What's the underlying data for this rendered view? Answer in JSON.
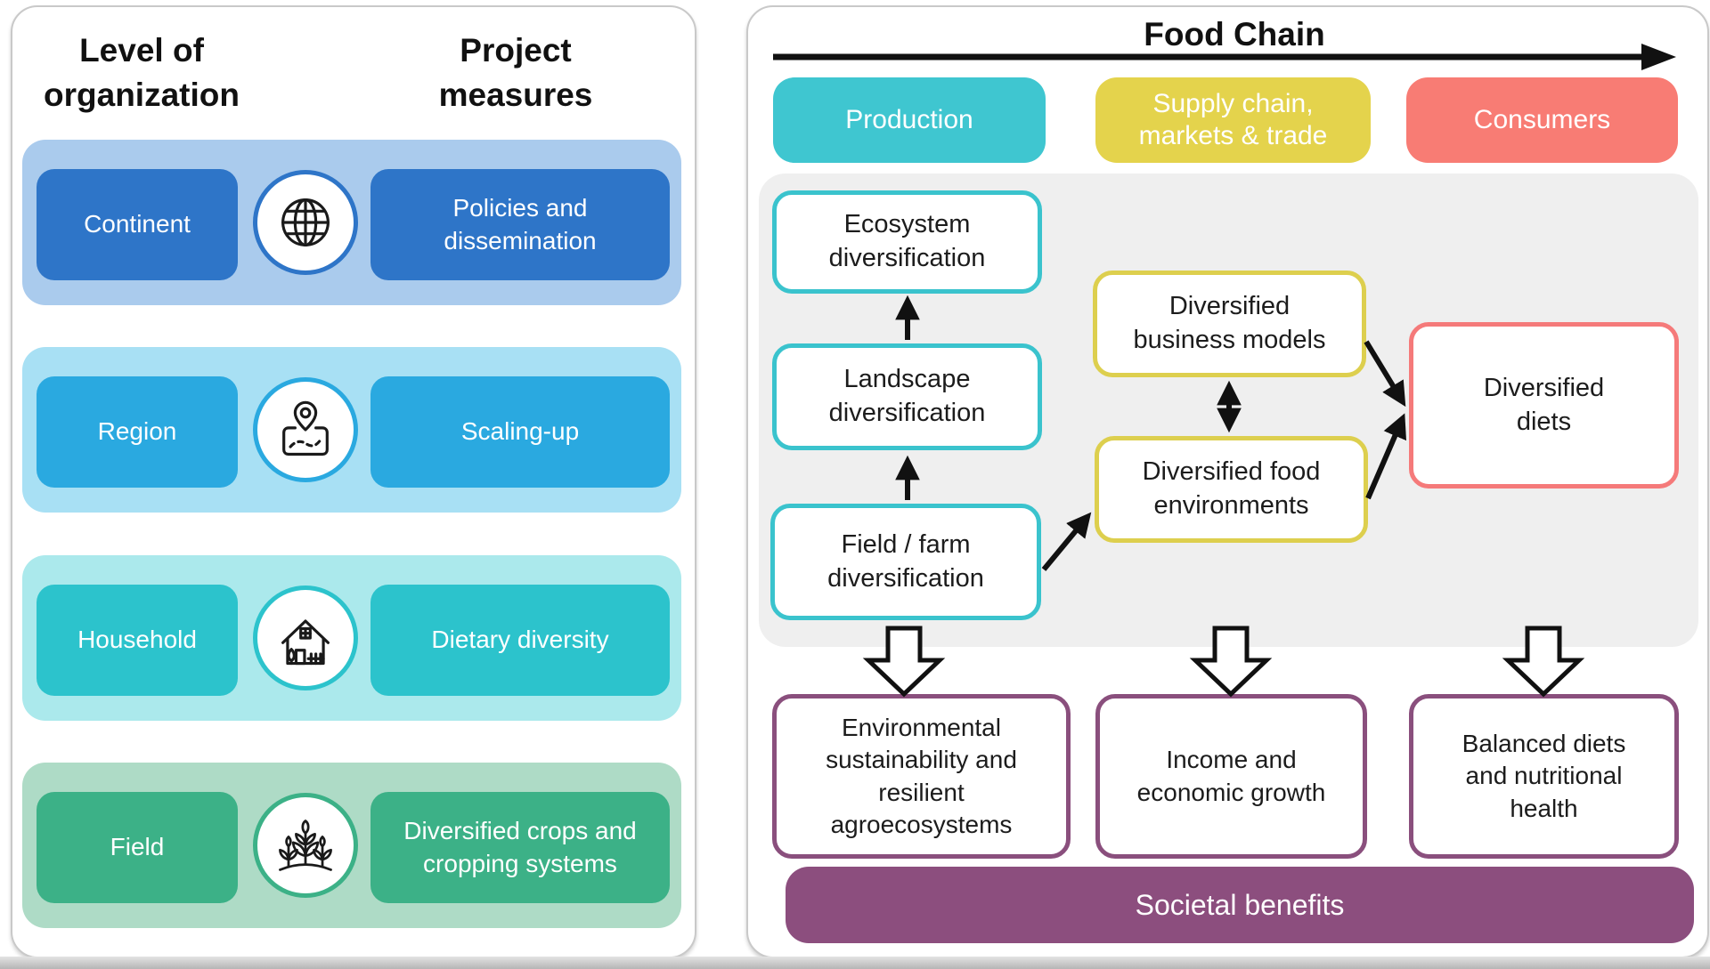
{
  "left_panel": {
    "header_level": "Level of\norganization",
    "header_measures": "Project\nmeasures",
    "rows": [
      {
        "level": "Continent",
        "icon": "globe-icon",
        "measure": "Policies and\ndissemination"
      },
      {
        "level": "Region",
        "icon": "map-icon",
        "measure": "Scaling-up"
      },
      {
        "level": "Household",
        "icon": "house-icon",
        "measure": "Dietary diversity"
      },
      {
        "level": "Field",
        "icon": "crops-icon",
        "measure": "Diversified crops and\ncropping systems"
      }
    ]
  },
  "right_panel": {
    "title": "Food Chain",
    "stages": [
      {
        "label": "Production"
      },
      {
        "label": "Supply chain,\nmarkets & trade"
      },
      {
        "label": "Consumers"
      }
    ],
    "production_chain": [
      {
        "label": "Ecosystem\ndiversification"
      },
      {
        "label": "Landscape\ndiversification"
      },
      {
        "label": "Field / farm\ndiversification"
      }
    ],
    "market_chain": [
      {
        "label": "Diversified\nbusiness models"
      },
      {
        "label": "Diversified food\nenvironments"
      }
    ],
    "consumer_box": {
      "label": "Diversified\ndiets"
    },
    "outcomes": [
      {
        "label": "Environmental\nsustainability and\nresilient\nagroecosystems"
      },
      {
        "label": "Income and\neconomic growth"
      },
      {
        "label": "Balanced diets\nand nutritional\nhealth"
      }
    ],
    "banner": "Societal benefits"
  },
  "colors": {
    "continent_blue": "#2e75c8",
    "continent_bg": "#aacbed",
    "region_blue": "#2aa9e0",
    "region_bg": "#a8e0f4",
    "household_teal": "#2cc3cc",
    "household_bg": "#abe9ec",
    "field_green": "#3cb187",
    "field_bg": "#aedbc6",
    "production_pill": "#3fc6d0",
    "supply_pill": "#e4d34c",
    "consumers_pill": "#f87c74",
    "teal_border": "#3ac3cd",
    "yellow_border": "#ddcf4e",
    "red_border": "#f57a7a",
    "purple": "#8c4e7e",
    "grey_panel": "#efefef",
    "arrow_black": "#111111"
  }
}
